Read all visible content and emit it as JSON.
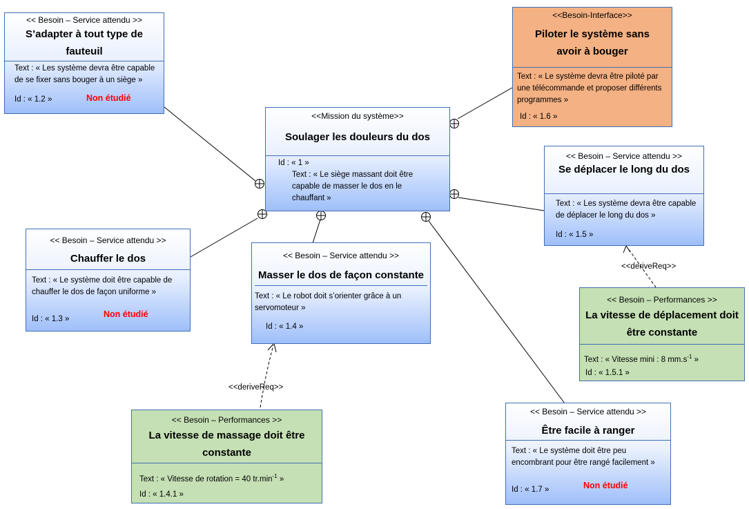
{
  "boxes": {
    "b12": {
      "stereotype": "<< Besoin – Service attendu >>",
      "title": "S’adapter à tout type de fauteuil",
      "text": "Text : « Les système devra être capable de se fixer sans bouger à un siège »",
      "id": "Id : « 1.2 »",
      "status": "Non étudié"
    },
    "b16": {
      "stereotype": "<<Besoin-Interface>>",
      "title": "Piloter le système sans avoir à bouger",
      "text": "Text : « Le système devra être piloté par une télécommande et proposer différents programmes »",
      "id": "Id : « 1.6 »"
    },
    "b1": {
      "stereotype": "<<Mission du système>>",
      "title": "Soulager les douleurs du dos",
      "id": "Id : « 1 »",
      "text": "Text : « Le siège massant doit être capable de masser le dos en le chauffant »"
    },
    "b15": {
      "stereotype": "<< Besoin – Service attendu >>",
      "title": "Se déplacer le long du dos",
      "text": "Text : « Les système devra être capable de déplacer le long du dos »",
      "id": "Id : « 1.5 »"
    },
    "b13": {
      "stereotype": "<< Besoin – Service attendu >>",
      "title": "Chauffer le dos",
      "text": "Text : « Le système doit être capable de chauffer le dos de façon uniforme »",
      "id": "Id : « 1.3 »",
      "status": "Non étudié"
    },
    "b14": {
      "stereotype": "<< Besoin – Service attendu >>",
      "title": "Masser le dos de façon constante",
      "text": "Text : « Le robot doit s’orienter grâce à un servomoteur »",
      "id": "Id : « 1.4 »"
    },
    "b151": {
      "stereotype": "<< Besoin – Performances >>",
      "title": "La vitesse de déplacement doit être constante",
      "text_main": "Text : « Vitesse mini : 8 mm.s",
      "text_sup": "-1",
      "text_end": " »",
      "id": "Id : « 1.5.1 »"
    },
    "b141": {
      "stereotype": "<< Besoin – Performances >>",
      "title": "La vitesse de massage doit être constante",
      "text_main": "Text : « Vitesse de rotation = 40 tr.min",
      "text_sup": "-1",
      "text_end": " »",
      "id": "Id : « 1.4.1 »"
    },
    "b17": {
      "stereotype": "<< Besoin – Service attendu >>",
      "title": "Être facile à ranger",
      "text": "Text : « Le système doit être peu encombrant pour être rangé facilement »",
      "id": "Id : « 1.7 »",
      "status": "Non étudié"
    }
  },
  "links": {
    "derive_label": "<<deriveReq>>"
  },
  "colors": {
    "border": "#3e6eb5",
    "interface": "#f4b183",
    "performance": "#c5e0b4",
    "status": "#ff0000"
  }
}
